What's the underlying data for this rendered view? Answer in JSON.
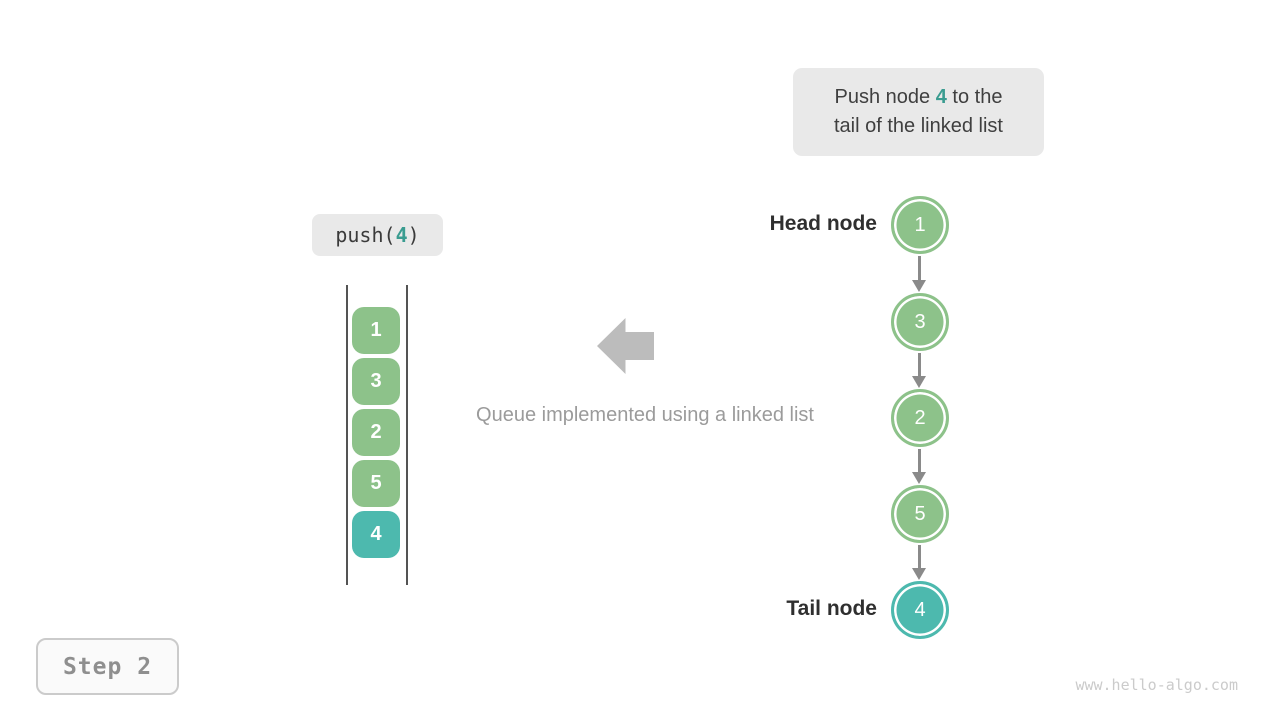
{
  "palette": {
    "node_green": "#8dc28a",
    "node_teal": "#4db9ae",
    "highlight_teal_text": "#3a9c90",
    "callout_bg": "#e9e9e9",
    "block_arrow_gray": "#bcbcbc",
    "caption_gray": "#9b9b9b",
    "connector_gray": "#8a8a8a",
    "dark_text": "#3f3f3f",
    "watermark_gray": "#cbcbcb"
  },
  "callout": {
    "line1_before": "Push node ",
    "value": "4",
    "line1_after": " to the",
    "line2": "tail of the linked list"
  },
  "push_label": {
    "fn_open": "push(",
    "arg": "4",
    "fn_close": ")"
  },
  "queue_stack": {
    "items": [
      {
        "value": "1",
        "color": "green"
      },
      {
        "value": "3",
        "color": "green"
      },
      {
        "value": "2",
        "color": "green"
      },
      {
        "value": "5",
        "color": "green"
      },
      {
        "value": "4",
        "color": "teal"
      }
    ]
  },
  "caption": "Queue implemented using a linked list",
  "linked_list": {
    "head_label": "Head node",
    "tail_label": "Tail node",
    "nodes": [
      {
        "value": "1",
        "color": "green"
      },
      {
        "value": "3",
        "color": "green"
      },
      {
        "value": "2",
        "color": "green"
      },
      {
        "value": "5",
        "color": "green"
      },
      {
        "value": "4",
        "color": "teal"
      }
    ]
  },
  "step_badge": {
    "label": "Step 2"
  },
  "watermark": "www.hello-algo.com"
}
